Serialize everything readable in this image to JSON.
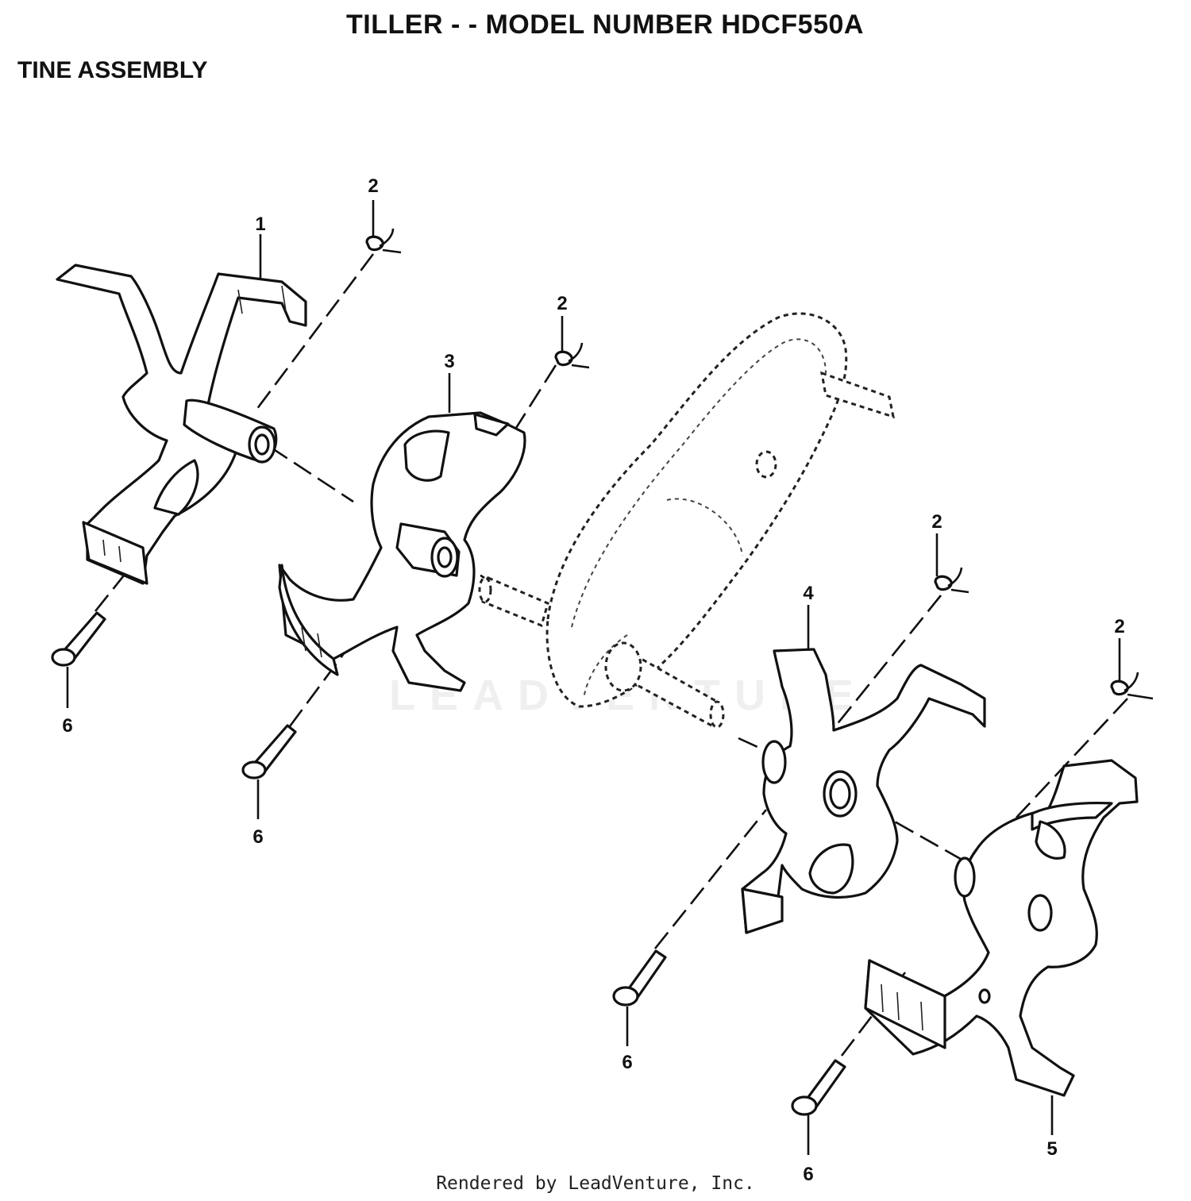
{
  "header": {
    "title": "TILLER - - MODEL NUMBER HDCF550A",
    "subtitle": "TINE ASSEMBLY"
  },
  "footer": {
    "credit": "Rendered by LeadVenture, Inc."
  },
  "watermark": "LEADVENTURE",
  "callouts": [
    {
      "id": "c1",
      "label": "1"
    },
    {
      "id": "c2a",
      "label": "2"
    },
    {
      "id": "c2b",
      "label": "2"
    },
    {
      "id": "c2c",
      "label": "2"
    },
    {
      "id": "c2d",
      "label": "2"
    },
    {
      "id": "c3",
      "label": "3"
    },
    {
      "id": "c4",
      "label": "4"
    },
    {
      "id": "c5",
      "label": "5"
    },
    {
      "id": "c6a",
      "label": "6"
    },
    {
      "id": "c6b",
      "label": "6"
    },
    {
      "id": "c6c",
      "label": "6"
    },
    {
      "id": "c6d",
      "label": "6"
    }
  ]
}
